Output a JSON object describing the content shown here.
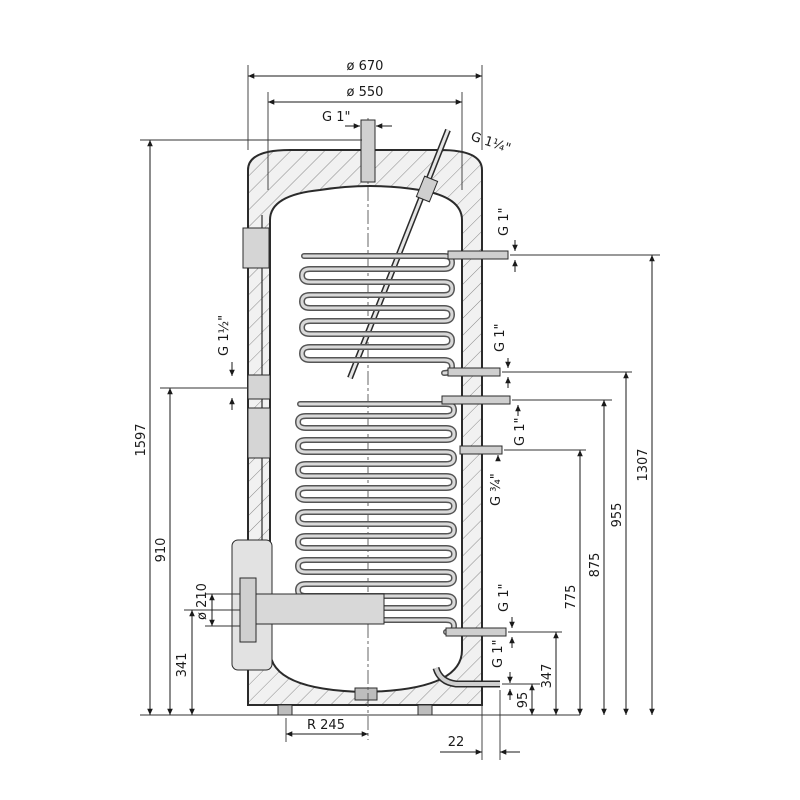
{
  "labels": {
    "outer_diameter": "ø 670",
    "inner_diameter": "ø 550",
    "top_connection": "G 1\"",
    "sensor_well": "G 1¼\"",
    "upper_coil_inlet": "G 1\"",
    "upper_coil_outlet": "G 1\"",
    "middle_connection": "G 1\"",
    "recirculation": "G ¾\"",
    "lower_coil_inlet": "G 1\"",
    "drain": "G 1\"",
    "side_connection": "G 1½\"",
    "flange_diameter": "ø 210",
    "total_height": "1597",
    "side_height": "910",
    "flange_height": "341",
    "height_1307": "1307",
    "height_955": "955",
    "height_875": "875",
    "height_775": "775",
    "height_347": "347",
    "height_95": "95",
    "radius": "R 245",
    "offset": "22"
  },
  "colors": {
    "line": "#2b2b2b",
    "insulation": "#ececec",
    "coil": "#555555"
  }
}
